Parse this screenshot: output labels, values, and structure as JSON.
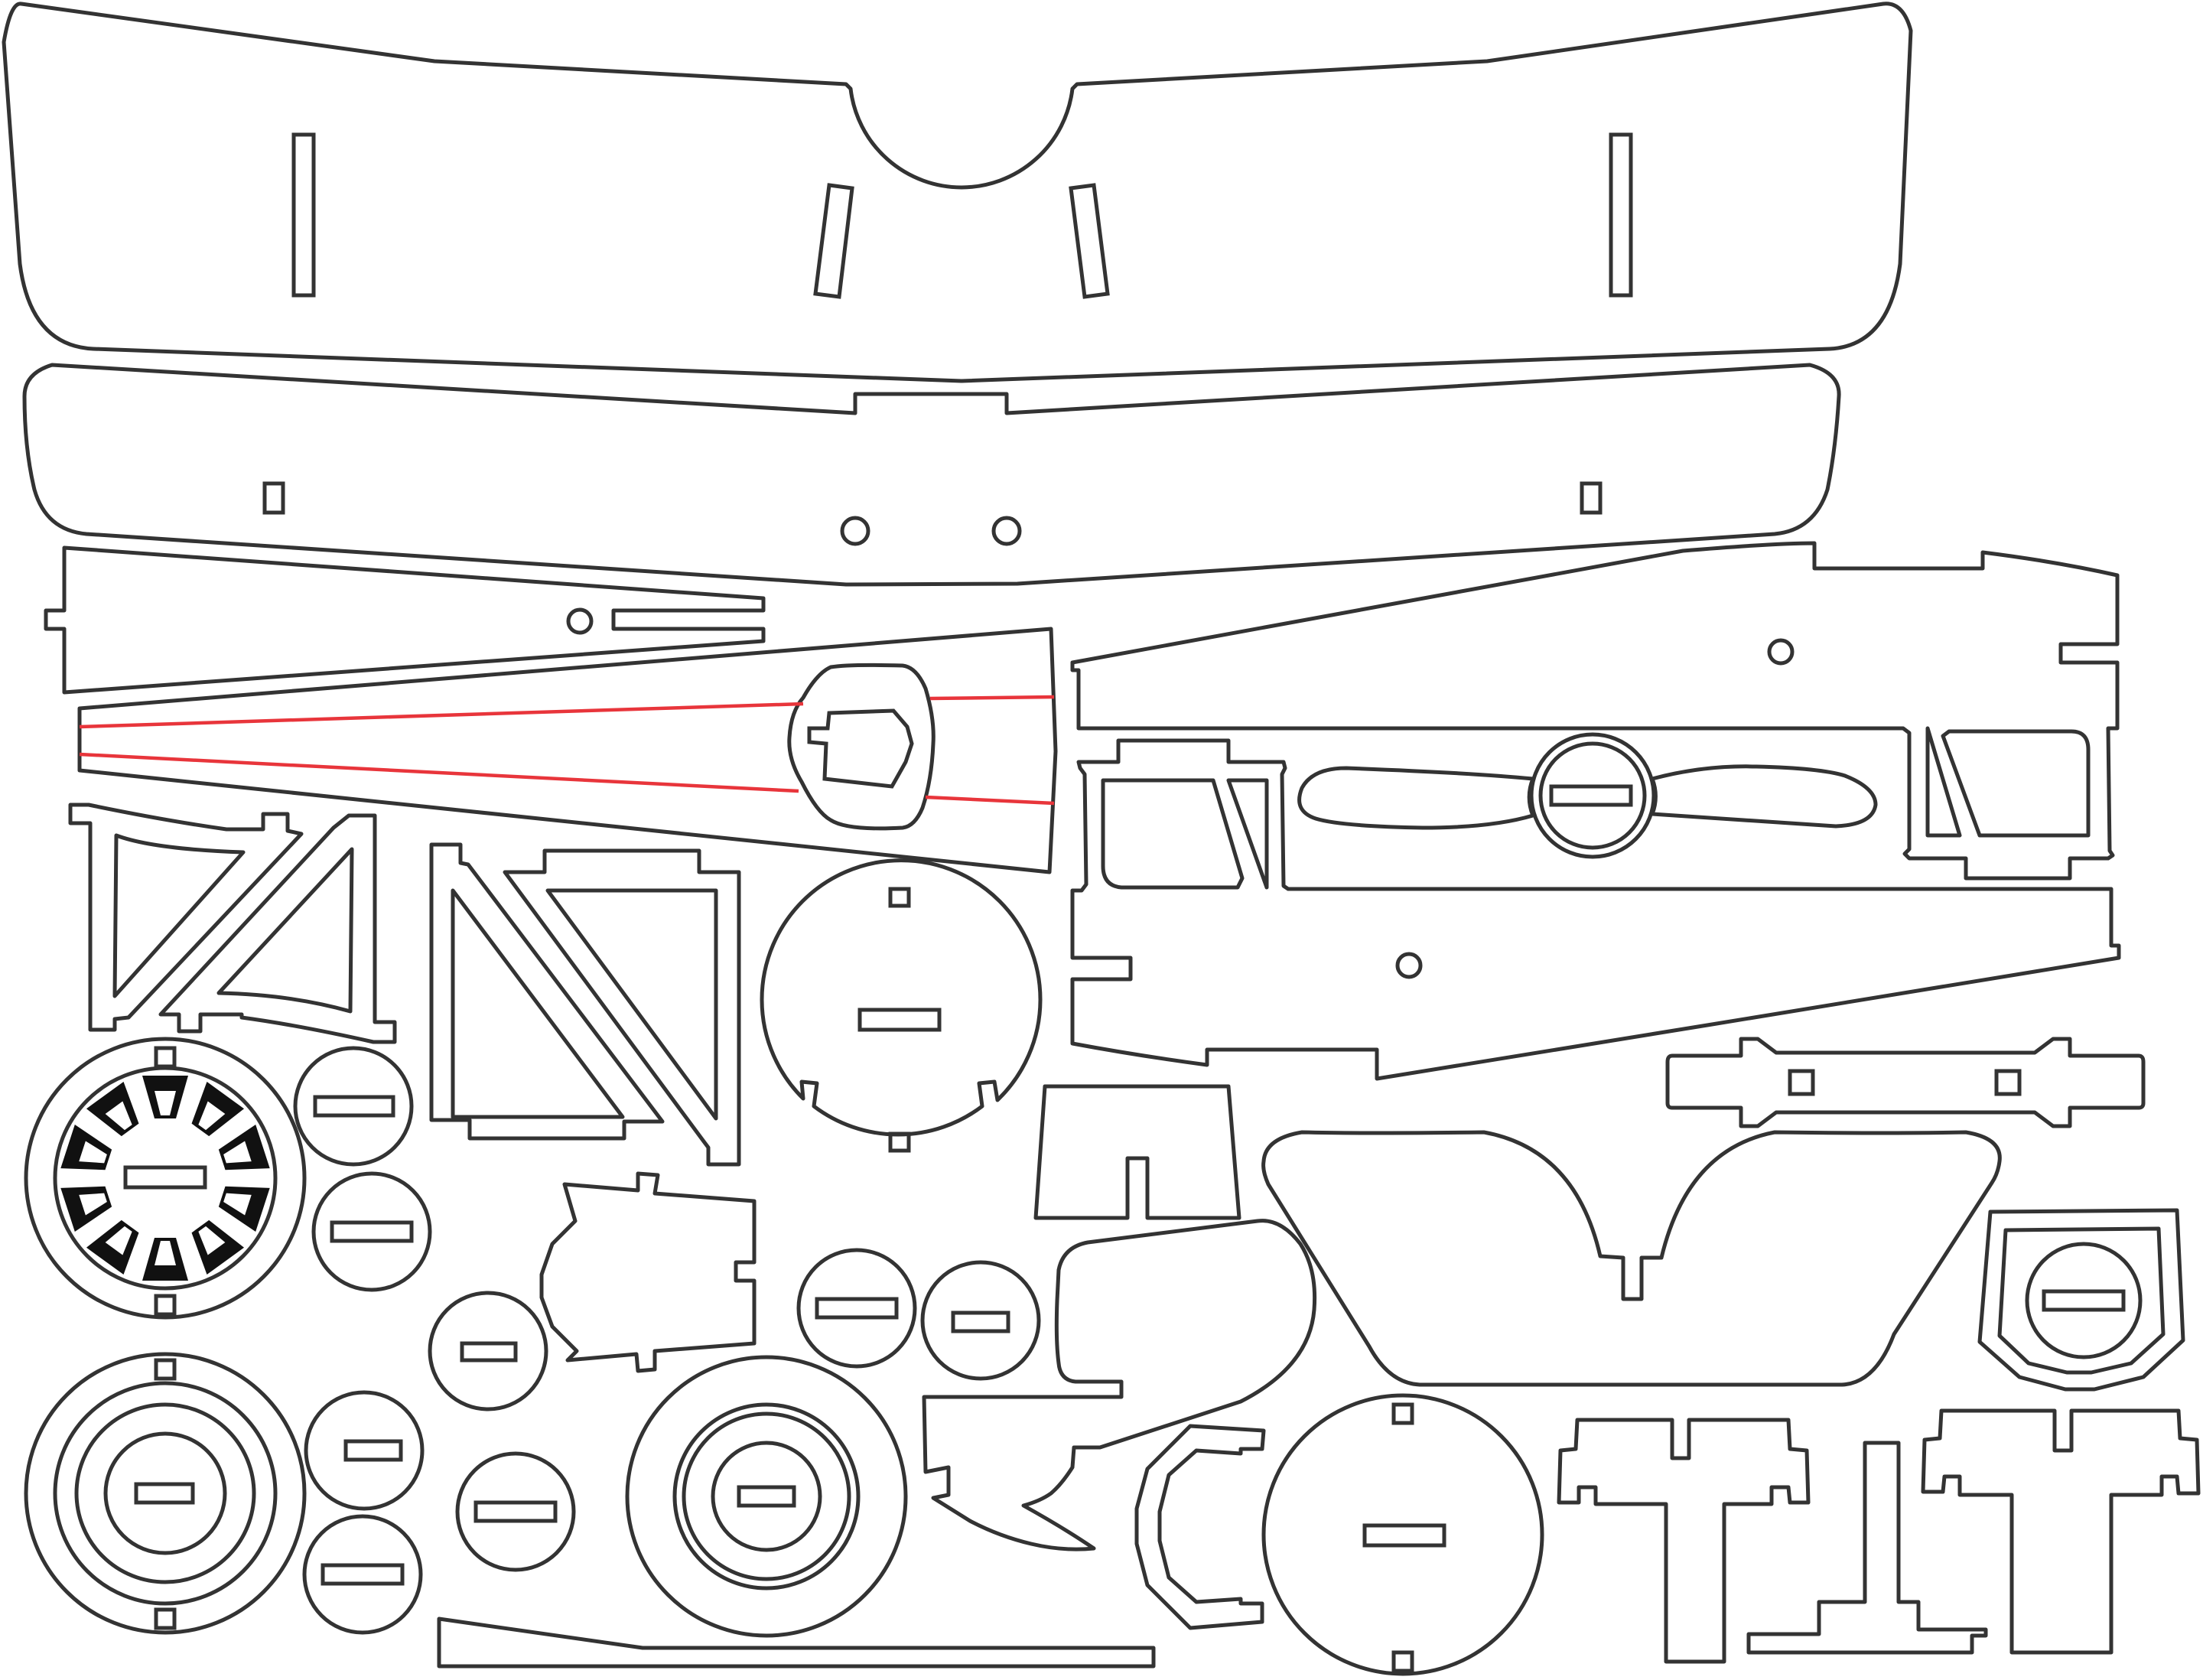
{
  "sheet": {
    "kind": "laser-cut template, biplane model kit",
    "colors": {
      "cut_line": "#333333",
      "fold_line": "#e8353b",
      "background": "#ffffff",
      "fill": "#111111"
    }
  },
  "parts": [
    "upper-wing",
    "lower-wing",
    "tail-wing",
    "fuselage-side",
    "propeller",
    "wing-strut-left",
    "wing-strut-right",
    "radial-engine-disc",
    "wheel-disc",
    "landing-gear-bar",
    "cockpit-panel",
    "seat-part",
    "spacer-disc",
    "tail-fin-left",
    "tail-fin-right"
  ]
}
